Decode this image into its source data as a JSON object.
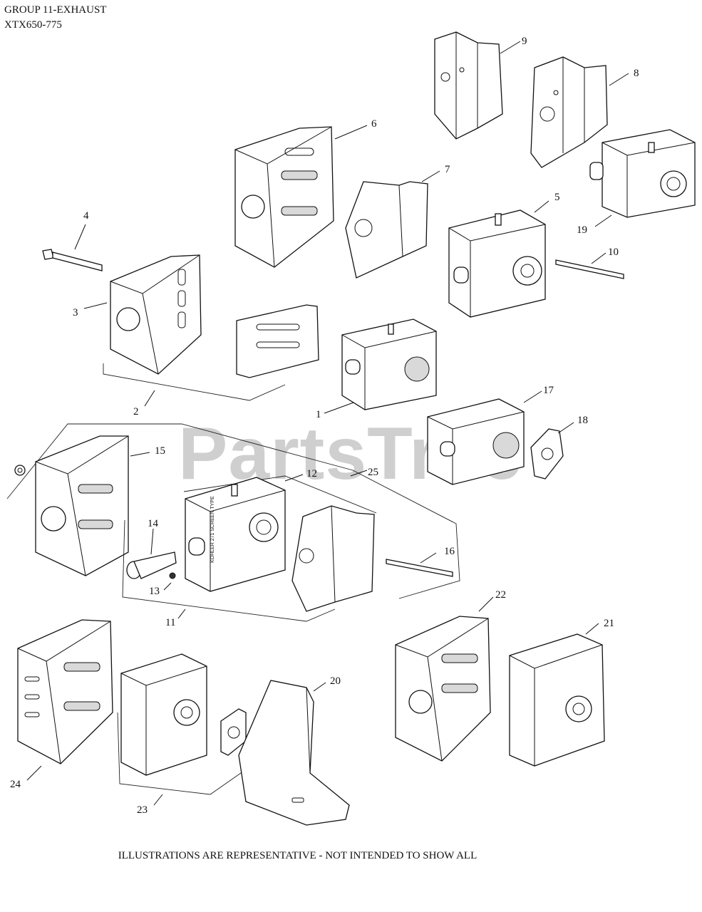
{
  "header": {
    "line1": "GROUP 11-EXHAUST",
    "line2": "XTX650-775"
  },
  "footer": "ILLUSTRATIONS ARE REPRESENTATIVE - NOT INTENDED TO SHOW ALL",
  "watermark": "PartsTree",
  "callouts": [
    "1",
    "2",
    "3",
    "4",
    "5",
    "6",
    "7",
    "8",
    "9",
    "10",
    "11",
    "12",
    "13",
    "14",
    "15",
    "16",
    "17",
    "18",
    "19",
    "20",
    "21",
    "22",
    "23",
    "24",
    "25"
  ],
  "labels": {
    "part12_text": "KOHLER 271 SCREEN TYPE"
  }
}
